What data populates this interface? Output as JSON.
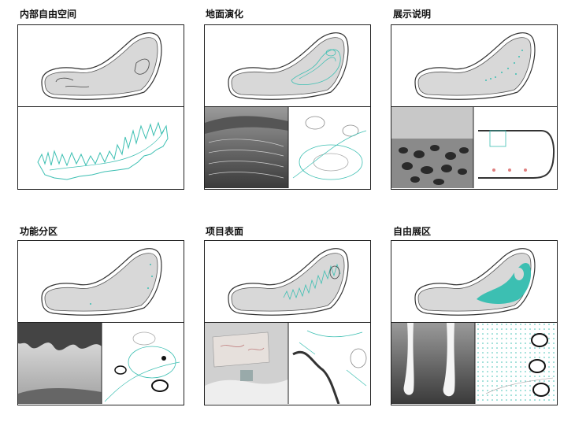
{
  "panels": [
    {
      "title": "内部自由空间"
    },
    {
      "title": "地面演化"
    },
    {
      "title": "展示说明"
    },
    {
      "title": "功能分区"
    },
    {
      "title": "项目表面"
    },
    {
      "title": "自由展区"
    }
  ],
  "colors": {
    "accent": "#3cbfb2",
    "outline": "#333333",
    "plan_fill": "#d8d8d8",
    "frame": "#222222"
  }
}
